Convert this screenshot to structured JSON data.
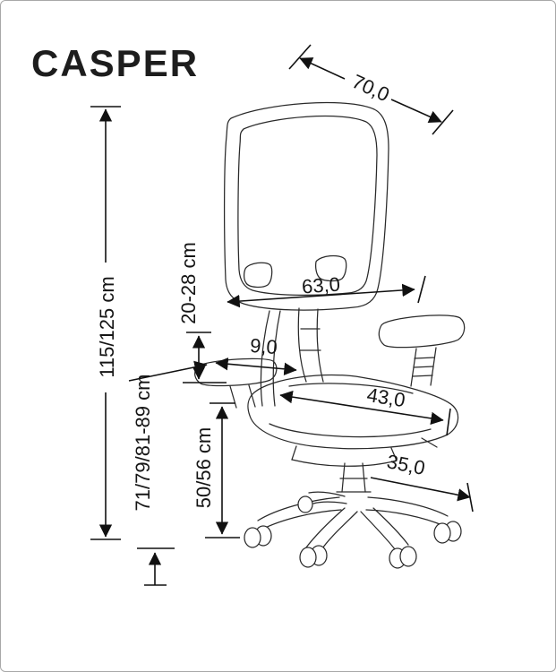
{
  "title": "CASPER",
  "product": "office chair technical drawing",
  "colors": {
    "background": "#ffffff",
    "line": "#1d1d1d",
    "frame_border": "#a8a8a8"
  },
  "dimensions": {
    "top_width": "70,0",
    "overall_height": "115/125 cm",
    "back_adjust": "20-28 cm",
    "back_width": "63,0",
    "armrest_width": "9,0",
    "seat_depth": "43,0",
    "seat_height_range": "71/79/81-89 cm",
    "height_mid": "50/56 cm",
    "base_leg": "35,0"
  }
}
